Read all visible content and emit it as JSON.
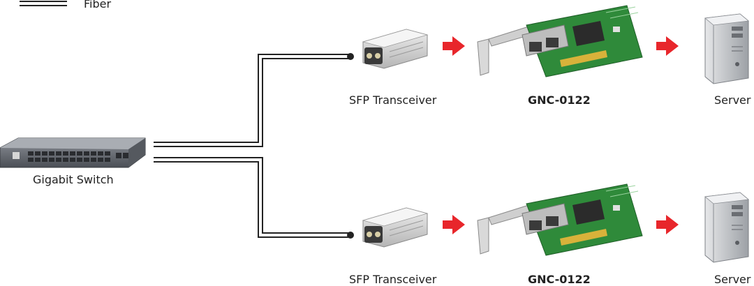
{
  "legend": {
    "label": "Fiber"
  },
  "nodes": {
    "switch_label": "Gigabit Switch",
    "sfp_label": "SFP Transceiver",
    "nic_label": "GNC-0122",
    "server_label": "Server"
  },
  "colors": {
    "arrow": "#e8262b",
    "fiber": "#222222",
    "pcb": "#2f8a3a",
    "bracket": "#c9c9c9",
    "sfp_body": "#d4d4d4",
    "server_body": "#bfc2c6"
  }
}
